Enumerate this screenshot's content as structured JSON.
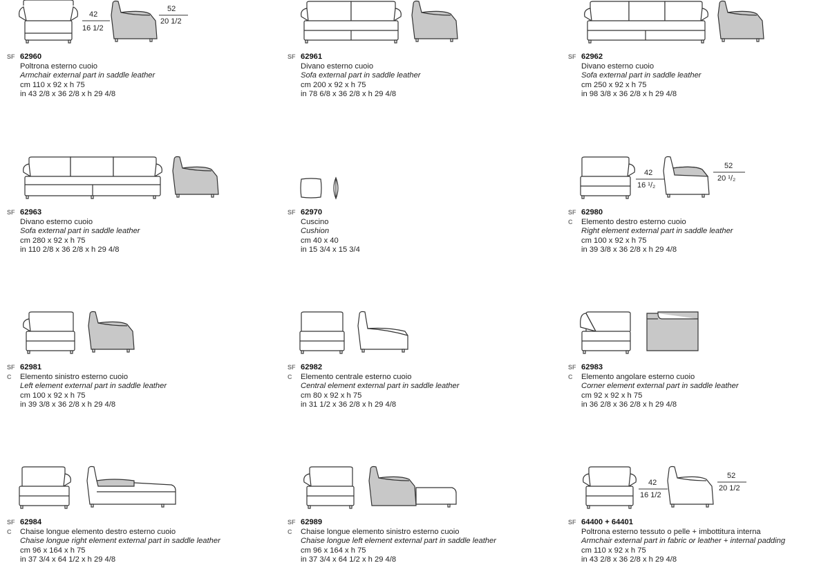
{
  "items": [
    {
      "prefix": "SF",
      "prefix2": "",
      "code": "62960",
      "it": "Poltrona esterno cuoio",
      "en": "Armchair external part in saddle leather",
      "cm": "cm 110 x 92 x h 75",
      "in": "in 43 2/8 x 36 2/8 x h 29 4/8",
      "dims": {
        "a_top": "42",
        "a_bot": "16 1/2",
        "b_top": "52",
        "b_bot": "20 1/2"
      }
    },
    {
      "prefix": "SF",
      "prefix2": "",
      "code": "62961",
      "it": "Divano esterno cuoio",
      "en": "Sofa external part in saddle leather",
      "cm": "cm 200 x 92 x h 75",
      "in": "in 78 6/8 x 36 2/8 x h 29 4/8"
    },
    {
      "prefix": "SF",
      "prefix2": "",
      "code": "62962",
      "it": "Divano esterno cuoio",
      "en": "Sofa external part in saddle leather",
      "cm": "cm 250 x 92 x h 75",
      "in": "in 98 3/8 x 36 2/8 x h 29 4/8"
    },
    {
      "prefix": "SF",
      "prefix2": "",
      "code": "62963",
      "it": "Divano esterno cuoio",
      "en": "Sofa external part in saddle leather",
      "cm": "cm 280 x 92 x h 75",
      "in": "in 110 2/8 x 36 2/8 x h 29 4/8"
    },
    {
      "prefix": "SF",
      "prefix2": "",
      "code": "62970",
      "it": "Cuscino",
      "en": "Cushion",
      "cm": "cm 40 x 40",
      "in": "in 15 3/4 x 15 3/4"
    },
    {
      "prefix": "SF",
      "prefix2": "C",
      "code": "62980",
      "it": "Elemento destro esterno cuoio",
      "en": "Right element external part in saddle leather",
      "cm": "cm 100 x 92 x h 75",
      "in": "in 39 3/8 x 36 2/8 x h 29 4/8",
      "dims": {
        "a_top": "42",
        "a_bot": "16 ¹/₂",
        "b_top": "52",
        "b_bot": "20 ¹/₂"
      }
    },
    {
      "prefix": "SF",
      "prefix2": "C",
      "code": "62981",
      "it": "Elemento sinistro esterno cuoio",
      "en": "Left element external part in saddle leather",
      "cm": "cm 100 x 92 x h 75",
      "in": "in 39 3/8 x 36 2/8 x h 29 4/8"
    },
    {
      "prefix": "SF",
      "prefix2": "C",
      "code": "62982",
      "it": "Elemento centrale esterno cuoio",
      "en": "Central element external part in saddle leather",
      "cm": "cm 80 x 92 x h 75",
      "in": "in 31 1/2 x 36 2/8 x h 29 4/8"
    },
    {
      "prefix": "SF",
      "prefix2": "C",
      "code": "62983",
      "it": "Elemento angolare esterno cuoio",
      "en": "Corner element external part in saddle leather",
      "cm": "cm 92 x 92 x h 75",
      "in": "in 36 2/8 x 36 2/8 x h 29 4/8"
    },
    {
      "prefix": "SF",
      "prefix2": "C",
      "code": "62984",
      "it": "Chaise longue elemento destro esterno cuoio",
      "en": "Chaise longue right element external part in saddle leather",
      "cm": "cm 96 x 164 x h 75",
      "in": "in 37 3/4 x 64 1/2 x h 29 4/8"
    },
    {
      "prefix": "SF",
      "prefix2": "C",
      "code": "62989",
      "it": "Chaise longue elemento sinistro esterno cuoio",
      "en": "Chaise longue left element external part in saddle leather",
      "cm": "cm 96 x 164 x h 75",
      "in": "in 37 3/4 x 64 1/2 x h 29 4/8"
    },
    {
      "prefix": "SF",
      "prefix2": "",
      "code": "64400 + 64401",
      "it": "Poltrona esterno tessuto o pelle + imbottitura interna",
      "en": "Armchair external part in fabric or leather + internal padding",
      "cm": "cm 110 x 92 x h 75",
      "in": "in 43 2/8 x 36 2/8 x h 29 4/8",
      "dims": {
        "a_top": "42",
        "a_bot": "16 1/2",
        "b_top": "52",
        "b_bot": "20 1/2"
      }
    }
  ],
  "colors": {
    "line": "#333333",
    "fill_grey": "#c8c8c8",
    "fill_white": "#ffffff"
  }
}
